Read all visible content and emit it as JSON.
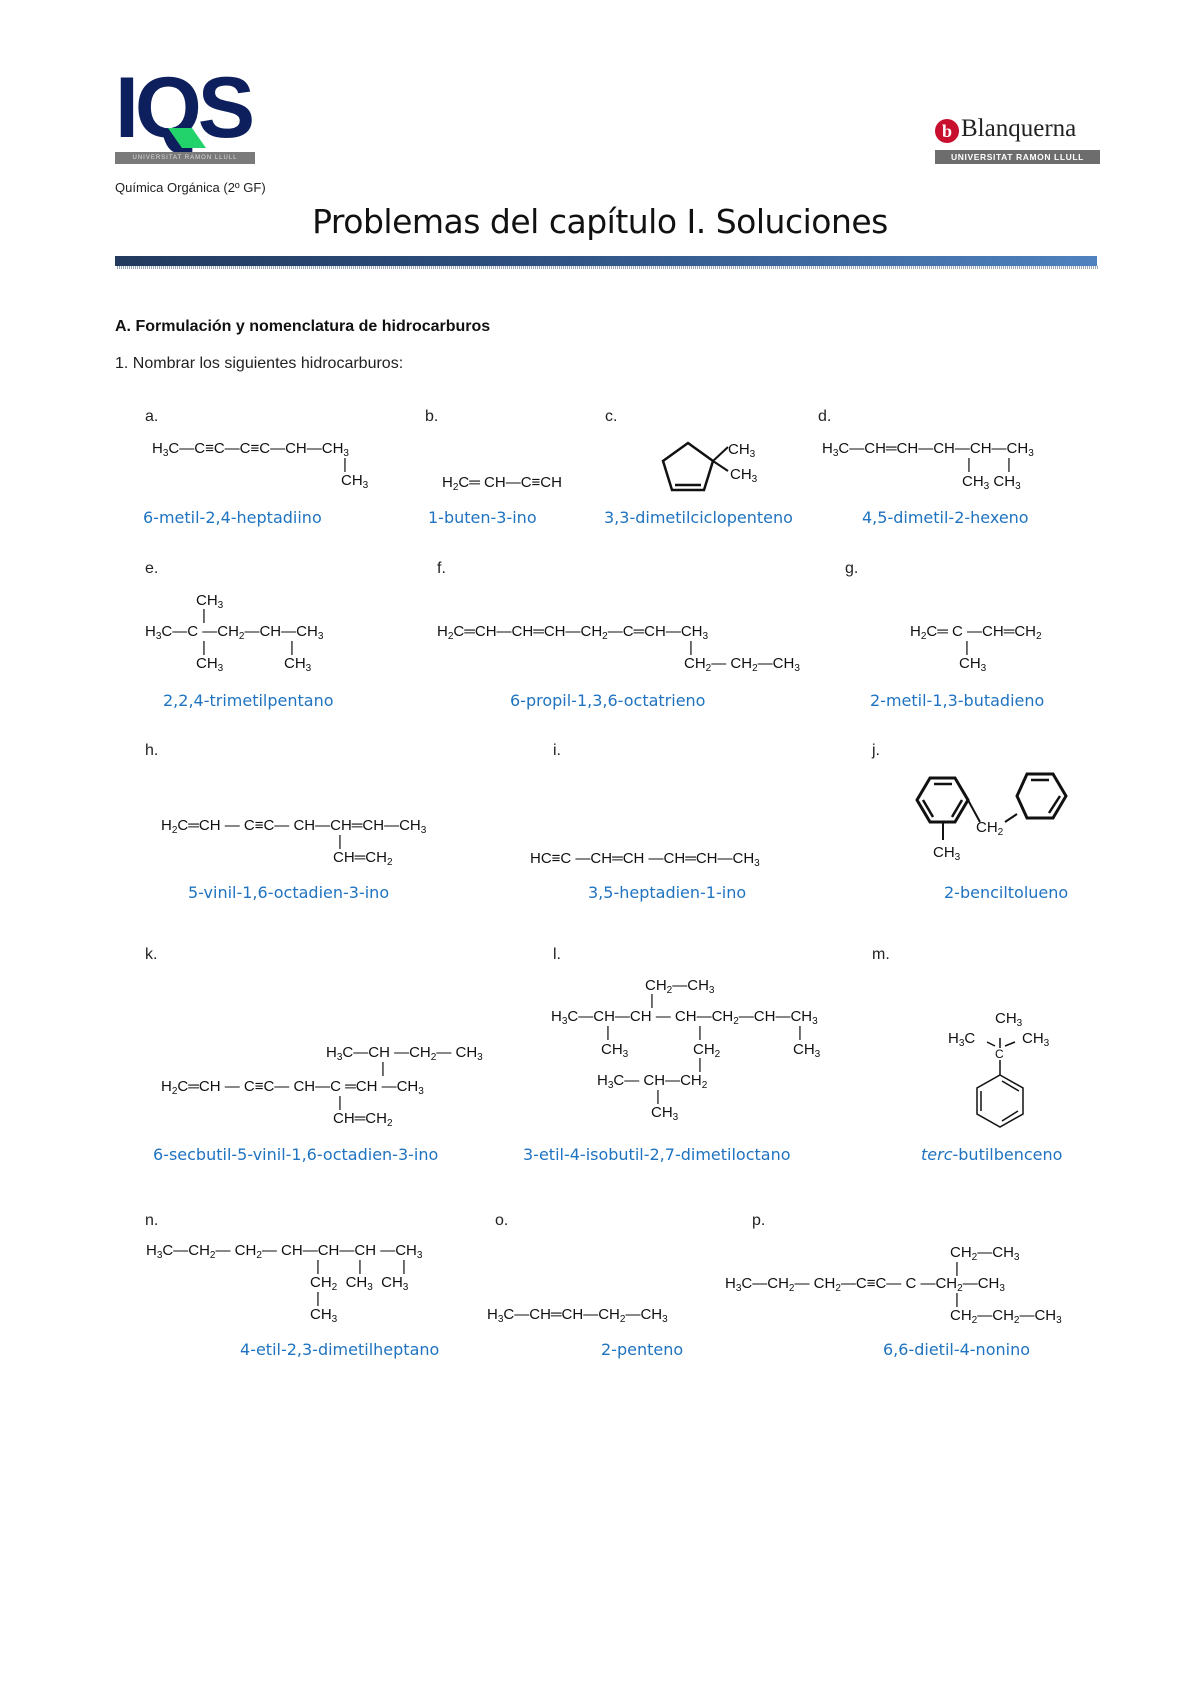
{
  "header": {
    "iqs_logo": "IQS",
    "iqs_subtitle": "UNIVERSITAT RAMON LLULL",
    "course": "Química Orgánica (2º GF)",
    "blanquerna_logo_letter": "b",
    "blanquerna_name": "Blanquerna",
    "blanquerna_subtitle": "UNIVERSITAT RAMON LLULL",
    "title": "Problemas del capítulo I. Soluciones",
    "rule_colors": [
      "#233a5e",
      "#4f82bf"
    ]
  },
  "section": {
    "heading": "A.  Formulación y nomenclatura de hidrocarburos",
    "question": "1.  Nombrar los siguientes hidrocarburos:"
  },
  "accent_color": "#1f73c0",
  "problems": [
    {
      "label": "a.",
      "answer": "6-metil-2,4-heptadiino",
      "formula": {
        "main": "H₃C—C≡C—C≡C—CH—CH₃",
        "branch": "CH₃"
      }
    },
    {
      "label": "b.",
      "answer": "1-buten-3-ino",
      "formula": {
        "main": "H₂C═CH—C≡CH"
      }
    },
    {
      "label": "c.",
      "answer": "3,3-dimetilciclopenteno",
      "formula": {
        "ring": "cyclopentene",
        "sub1": "CH₃",
        "sub2": "CH₃"
      }
    },
    {
      "label": "d.",
      "answer": "4,5-dimetil-2-hexeno",
      "formula": {
        "main": "H₃C—CH═CH—CH—CH—CH₃",
        "branch1": "CH₃",
        "branch2": "CH₃"
      }
    },
    {
      "label": "e.",
      "answer": "2,2,4-trimetilpentano",
      "formula": {
        "top": "CH₃",
        "main": "H₃C—C—CH₂—CH—CH₃",
        "branch1": "CH₃",
        "branch2": "CH₃"
      }
    },
    {
      "label": "f.",
      "answer": "6-propil-1,3,6-octatrieno",
      "formula": {
        "main": "H₂C═CH—CH═CH—CH₂—C═CH—CH₃",
        "branch": "CH₂—CH₂—CH₃"
      }
    },
    {
      "label": "g.",
      "answer": "2-metil-1,3-butadieno",
      "formula": {
        "main": "H₂C═C—CH═CH₂",
        "branch": "CH₃"
      }
    },
    {
      "label": "h.",
      "answer": "5-vinil-1,6-octadien-3-ino",
      "formula": {
        "main": "H₂C═CH—C≡C—CH—CH═CH—CH₃",
        "branch": "CH═CH₂"
      }
    },
    {
      "label": "i.",
      "answer": "3,5-heptadien-1-ino",
      "formula": {
        "main": "HC≡C—CH═CH—CH═CH—CH₃"
      }
    },
    {
      "label": "j.",
      "answer": "2-benciltolueno",
      "formula": {
        "ring": "2 benzene rings",
        "sub1": "CH₂",
        "sub2": "CH₃"
      }
    },
    {
      "label": "k.",
      "answer": "6-secbutil-5-vinil-1,6-octadien-3-ino",
      "formula": {
        "top": "H₃C—CH—CH₂—CH₃",
        "main": "H₂C═CH—C≡C—CH—C═CH—CH₃",
        "branch": "CH═CH₂"
      }
    },
    {
      "label": "l.",
      "answer": "3-etil-4-isobutil-2,7-dimetiloctano",
      "formula": {
        "top": "CH₂—CH₃",
        "main": "H₃C—CH—CH—CH—CH₂—CH—CH₃",
        "row2": "CH₃   CH₂   CH₃",
        "row3": "H₃C—CH—CH₂",
        "row4": "CH₃"
      }
    },
    {
      "label": "m.",
      "answer_prefix": "terc",
      "answer_suffix": "-butilbenceno",
      "formula": {
        "top": "CH₃",
        "left": "H₃C",
        "center": "C",
        "right": "CH₃",
        "ring": "benzene"
      }
    },
    {
      "label": "n.",
      "answer": "4-etil-2,3-dimetilheptano",
      "formula": {
        "main": "H₃C—CH₂—CH₂—CH—CH—CH—CH₃",
        "row2": "CH₂  CH₃  CH₃",
        "row3": "CH₃"
      }
    },
    {
      "label": "o.",
      "answer": "2-penteno",
      "formula": {
        "main": "H₃C—CH═CH—CH₂—CH₃"
      }
    },
    {
      "label": "p.",
      "answer": "6,6-dietil-4-nonino",
      "formula": {
        "top": "CH₂—CH₃",
        "main": "H₃C—CH₂—CH₂—C≡C—C—CH₂—CH₃",
        "bottom": "CH₂—CH₂—CH₃"
      }
    }
  ]
}
